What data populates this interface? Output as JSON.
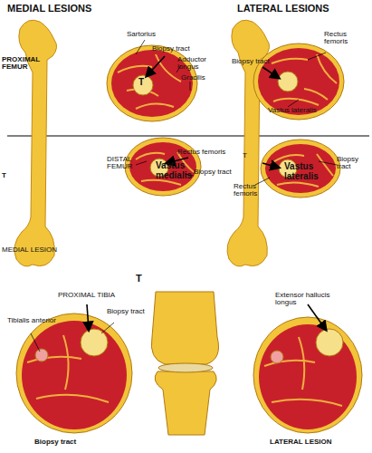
{
  "diagram": {
    "labels": [
      "MEDIAL LESIONS",
      "LATERAL LESIONS",
      "PROXIMAL FEMUR",
      "Sartorius",
      "Biopsy tract",
      "Adductor longus",
      "Gracilis",
      "T",
      "Rectus femoris",
      "Biopsy tract",
      "Vastus lateralis",
      "T",
      "DISTAL FEMUR",
      "Rectus femoris",
      "Biopsy tract",
      "Vastus medialis",
      "T",
      "Biopsy tract",
      "Rectus femoris",
      "Vastus lateralis",
      "T",
      "PROXIMAL TIBIA",
      "Biopsy tract",
      "Tibialis anterior",
      "Extensor hallucis longus",
      "Biopsy tract",
      "LATERAL LESION",
      "MEDIAL LESION"
    ]
  }
}
